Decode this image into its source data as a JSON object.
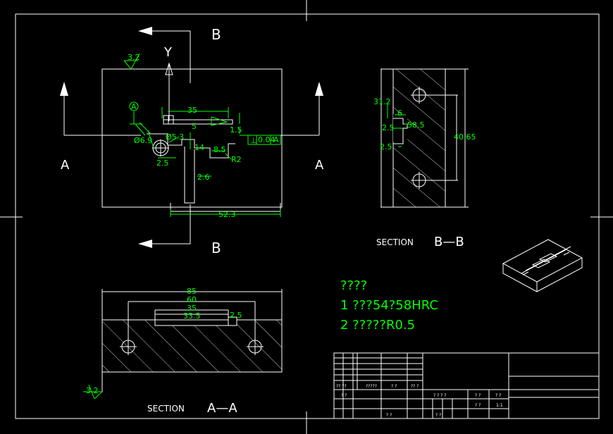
{
  "views": {
    "section_b_label_top": "B",
    "section_b_label_bottom": "B",
    "section_a_label_left": "A",
    "section_a_label_right": "A",
    "axis_y": "Y",
    "section_bb_title": "SECTION",
    "section_bb_name": "B—B",
    "section_aa_title": "SECTION",
    "section_aa_name": "A—A"
  },
  "dimensions": {
    "roughness_top": "3.2",
    "roughness_bottom": "3.2",
    "datum": "A",
    "d35_top": "35",
    "d1_5": "1.5",
    "dia6_9": "Ø6.9",
    "dia5_3": "Ø5.3",
    "d5": "5",
    "d14": "14",
    "d8_5": "8.5",
    "d2_5_left": "2.5",
    "r2": "R2",
    "d2_6": "2.6",
    "d52_3": "52.3",
    "tol_symbol": "⊥",
    "tol_value": "0.04",
    "tol_datum": "A",
    "b_31_2": "31.2",
    "b_6": "6",
    "b_2_5a": "2.5",
    "b_2_5b": "2.5",
    "b_58_5": "58.5",
    "b_40_65": "40.65",
    "a_85": "85",
    "a_60": "60",
    "a_35": "35",
    "a_33_5": "33.5",
    "a_2_5": "2.5"
  },
  "notes": {
    "heading": "????",
    "line1": "1  ???54?58HRC",
    "line2": "2  ?????R0.5"
  },
  "title_block": {
    "c1": "?? ??",
    "c2": "?????",
    "c3": "? ?",
    "c4": "?? ?",
    "c5": "? ?",
    "c6": "? ? ? ?",
    "c7": "? ?",
    "c8": "? ?",
    "c9": "? ?",
    "c10": "1:1",
    "c11": "? ?",
    "c12": "? ?"
  }
}
